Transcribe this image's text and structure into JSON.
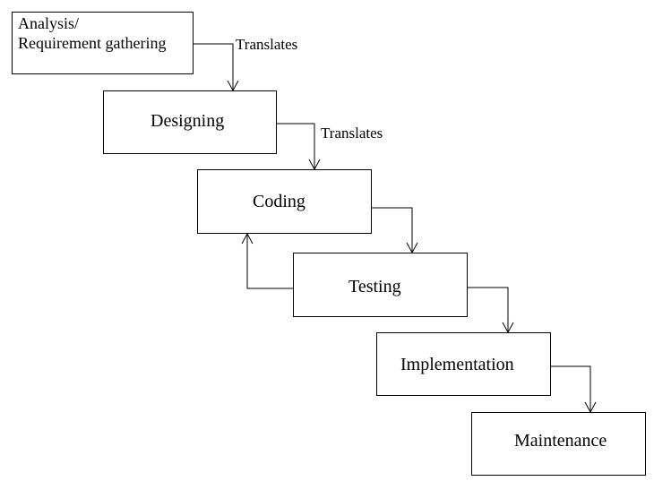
{
  "diagram": {
    "steps": {
      "analysis": {
        "line1": "Analysis/",
        "line2": "Requirement gathering"
      },
      "designing": "Designing",
      "coding": "Coding",
      "testing": "Testing",
      "implementation": "Implementation",
      "maintenance": "Maintenance"
    },
    "edge_labels": {
      "analysis_to_designing": "Translates",
      "designing_to_coding": "Translates"
    },
    "colors": {
      "stroke": "#000000",
      "background": "#ffffff"
    }
  }
}
